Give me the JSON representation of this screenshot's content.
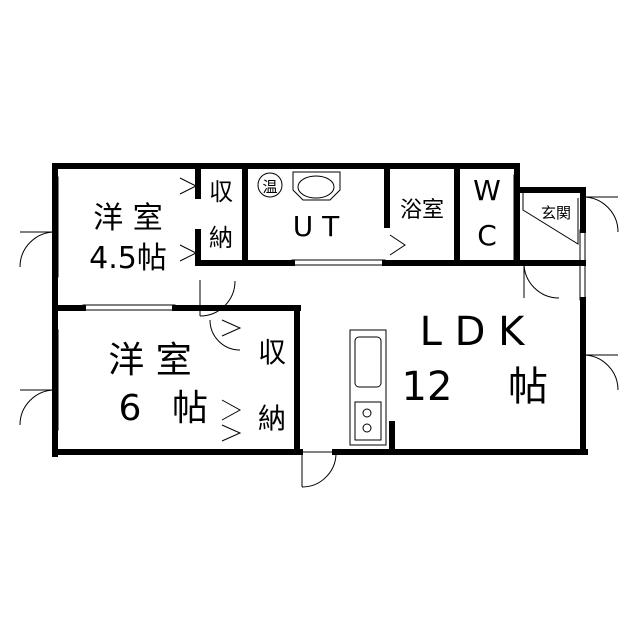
{
  "rooms": {
    "western_room_small": {
      "name": "洋 室",
      "size": "4.5帖"
    },
    "storage_top": {
      "top": "収",
      "bottom": "納"
    },
    "utility": {
      "name": "U T",
      "water_heater": "温"
    },
    "bathroom": {
      "name": "浴室"
    },
    "toilet": {
      "top": "W",
      "bottom": "C"
    },
    "entrance": {
      "name": "玄関"
    },
    "western_room_large": {
      "name": "洋 室",
      "size_num": "6",
      "size_unit": "帖"
    },
    "storage_mid": {
      "top": "収",
      "bottom": "納"
    },
    "ldk": {
      "name": "L D K",
      "size_num": "12",
      "size_unit": "帖"
    }
  }
}
